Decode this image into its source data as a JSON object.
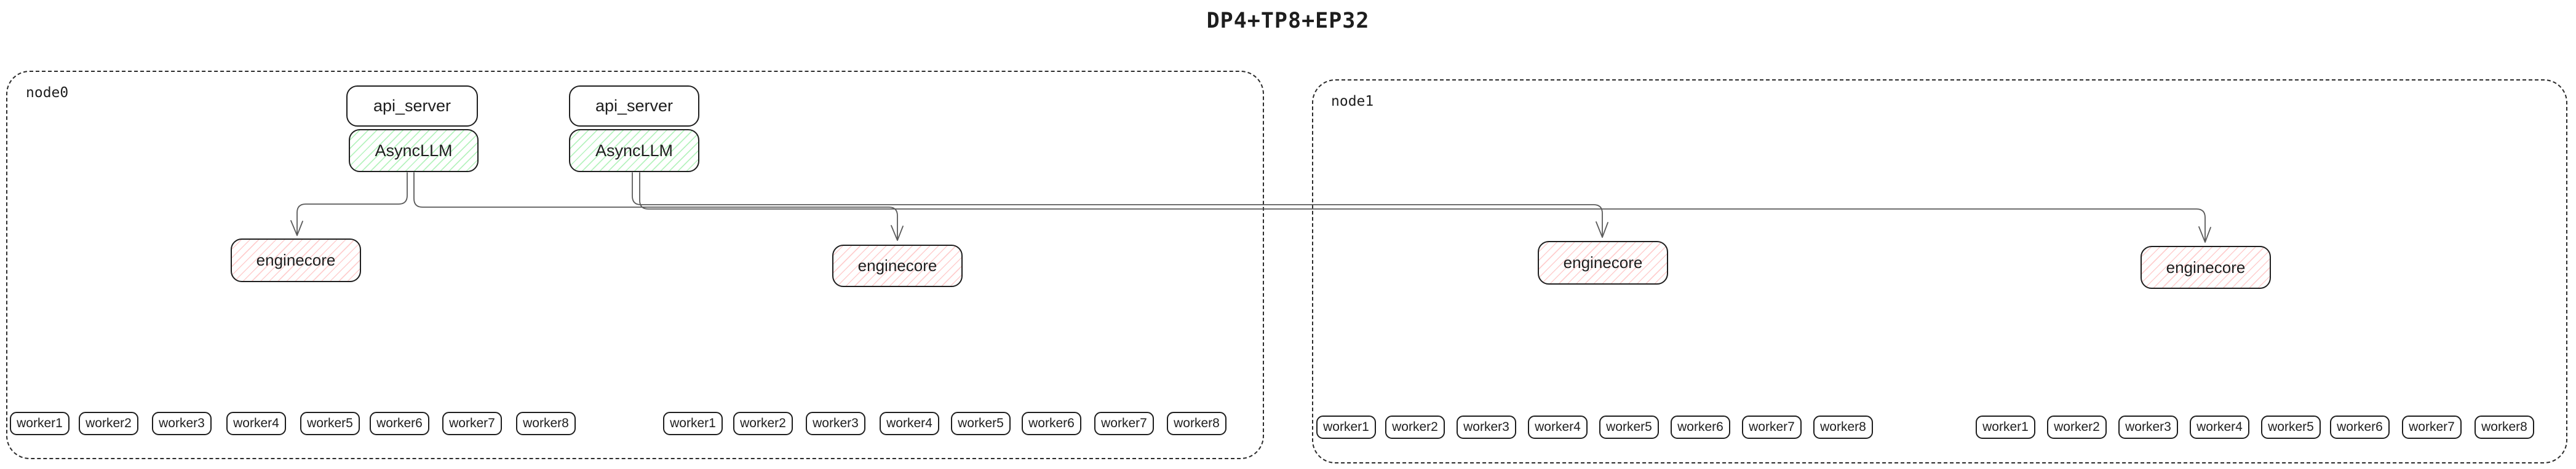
{
  "title": "DP4+TP8+EP32",
  "colors": {
    "box_stroke": "#1e1e1e",
    "arrow": "#5a5a5a",
    "asyncllm_hatch": "#b2f2bb",
    "enginecore_hatch": "#ffc9c9"
  },
  "node0": {
    "label": "node0",
    "api_server_1": "api_server",
    "api_server_2": "api_server",
    "asyncllm_1": "AsyncLLM",
    "asyncllm_2": "AsyncLLM",
    "enginecore_1": "enginecore",
    "enginecore_2": "enginecore",
    "workers_a": [
      "worker1",
      "worker2",
      "worker3",
      "worker4",
      "worker5",
      "worker6",
      "worker7",
      "worker8"
    ],
    "workers_b": [
      "worker1",
      "worker2",
      "worker3",
      "worker4",
      "worker5",
      "worker6",
      "worker7",
      "worker8"
    ]
  },
  "node1": {
    "label": "node1",
    "enginecore_1": "enginecore",
    "enginecore_2": "enginecore",
    "workers_a": [
      "worker1",
      "worker2",
      "worker3",
      "worker4",
      "worker5",
      "worker6",
      "worker7",
      "worker8"
    ],
    "workers_b": [
      "worker1",
      "worker2",
      "worker3",
      "worker4",
      "worker5",
      "worker6",
      "worker7",
      "worker8"
    ]
  }
}
